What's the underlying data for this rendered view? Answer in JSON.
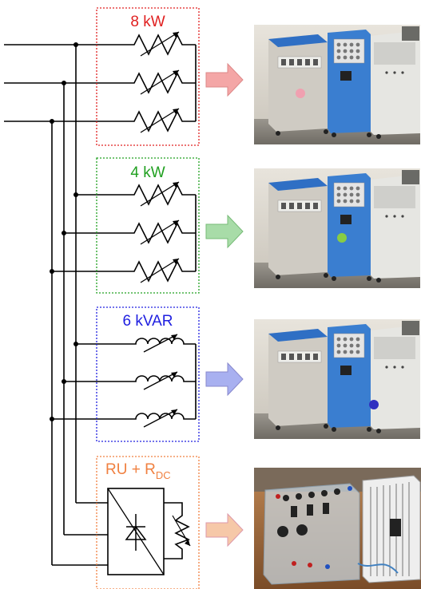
{
  "sections": [
    {
      "id": "resistive-8kw",
      "label": "8 kW",
      "color": "#e02020",
      "element": "variable-resistor",
      "arrow_color": "#f4a6a6",
      "indicator_color": "#f0a0b0"
    },
    {
      "id": "resistive-4kw",
      "label": "4 kW",
      "color": "#20a020",
      "element": "variable-resistor",
      "arrow_color": "#a8dca8",
      "indicator_color": "#88cc44"
    },
    {
      "id": "inductive-6kvar",
      "label": "6 kVAR",
      "color": "#2020e0",
      "element": "variable-inductor",
      "arrow_color": "#a8b0f0",
      "indicator_color": "#3030c0"
    },
    {
      "id": "rectifier",
      "label_main": "RU + R",
      "label_sub": "DC",
      "color": "#f08040",
      "element": "rectifier-with-resistor",
      "arrow_color": "#f6c8a8"
    }
  ],
  "colors": {
    "wire": "#000000",
    "panel_blue": "#3a7ed0",
    "cabinet_grey": "#dcdcd8",
    "wall": "#d8d4cc",
    "floor": "#8a8680"
  }
}
